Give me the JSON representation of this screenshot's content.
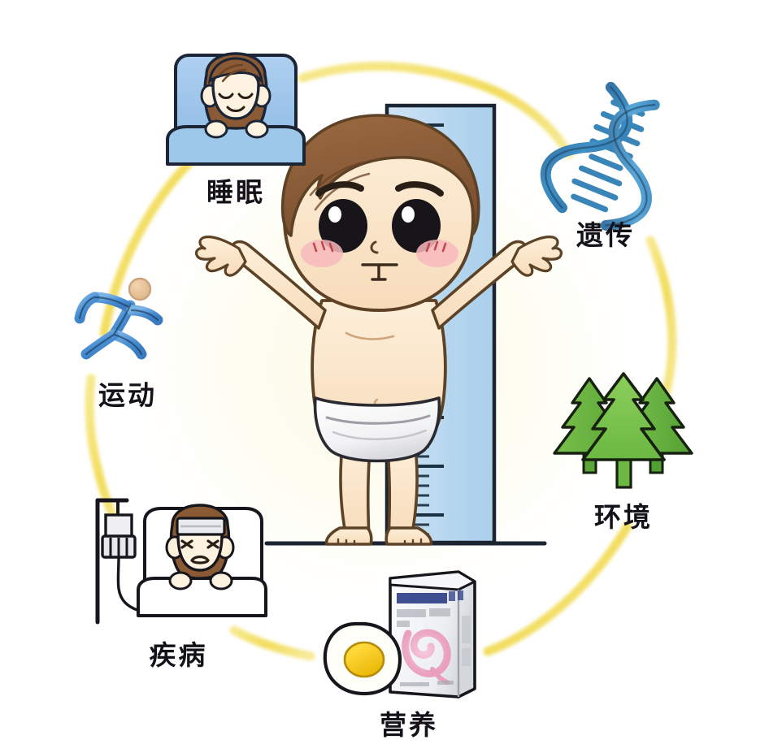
{
  "illustration": {
    "title": "Factors affecting children's height growth",
    "center": {
      "subject": "cartoon-toddler",
      "description": "Chubby cartoon boy with brown hair standing with arms raised next to a height measuring ruler",
      "ruler": {
        "name": "height-measuring-ruler",
        "color": "#b9d8ef",
        "border_color": "#1b2430",
        "major_ticks": 9,
        "minor_ticks_per_major": 4
      },
      "skin_color": "#fae3c8",
      "hair_color": "#8a5a34",
      "diaper_color": "#ffffff",
      "cheek_color": "#f8b8bd"
    },
    "ring": {
      "name": "yellow-circle-arc",
      "color": "#f5e26a",
      "style": "dashed-brush-arc"
    },
    "factors": [
      {
        "id": "sleep",
        "label": "睡眠",
        "icon": "sleeping-child-icon",
        "accent": "#9fc7ec",
        "position": "top-left"
      },
      {
        "id": "genetics",
        "label": "遗传",
        "icon": "dna-helix-icon",
        "accent": "#2f7fb5",
        "position": "top-right"
      },
      {
        "id": "environment",
        "label": "环境",
        "icon": "pine-trees-icon",
        "accent": "#6dbb45",
        "position": "right"
      },
      {
        "id": "nutrition",
        "label": "营养",
        "icon": "egg-and-formula-box-icon",
        "accent": "#f2c200",
        "position": "bottom"
      },
      {
        "id": "disease",
        "label": "疾病",
        "icon": "sick-child-with-iv-icon",
        "accent": "#d8d8dc",
        "position": "bottom-left"
      },
      {
        "id": "exercise",
        "label": "运动",
        "icon": "running-person-icon",
        "accent": "#4a8fd4",
        "position": "left"
      }
    ]
  }
}
